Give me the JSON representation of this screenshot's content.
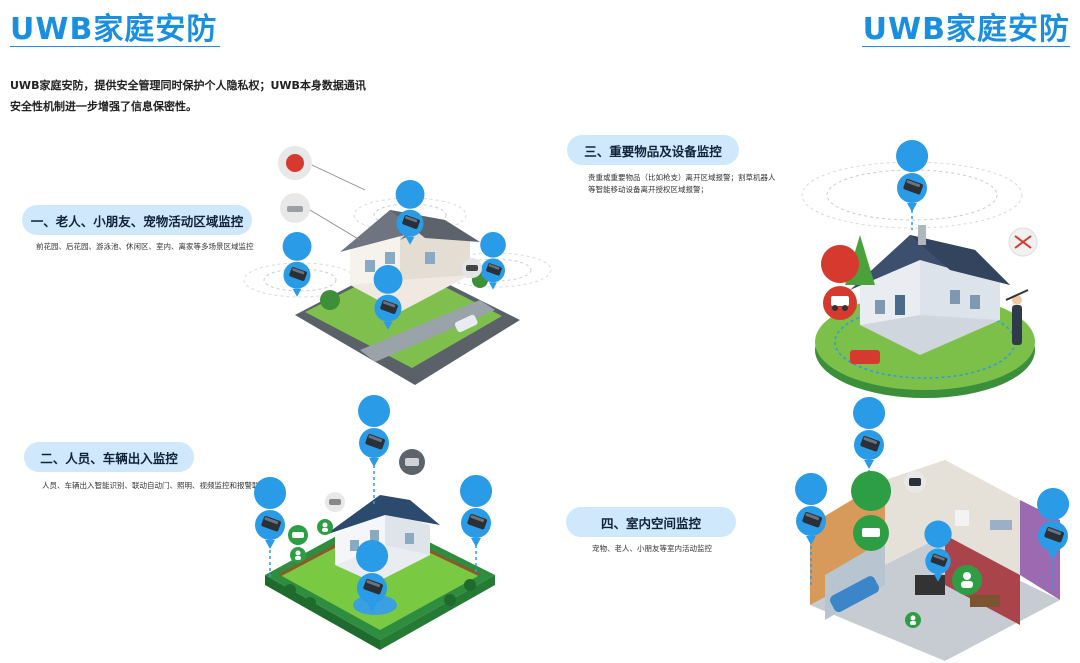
{
  "header": {
    "title_left": "UWB家庭安防",
    "title_right": "UWB家庭安防"
  },
  "intro": {
    "line1": "UWB家庭安防，提供安全管理同时保护个人隐私权；UWB本身数据通讯",
    "line2": "安全性机制进一步增强了信息保密性。"
  },
  "sections": [
    {
      "heading": "一、老人、小朋友、宠物活动区域监控",
      "caption": "前花园、后花园、游泳池、休闲区、室内、离家等多场景区域监控"
    },
    {
      "heading": "二、人员、车辆出入监控",
      "caption": "人员、车辆出入智能识别、联动自动门、照明、视频监控和报警联动"
    },
    {
      "heading": "三、重要物品及设备监控",
      "caption_line1": "贵重或重要物品（比如枪支）离开区域报警；割草机器人",
      "caption_line2": "等智能移动设备离开授权区域报警；"
    },
    {
      "heading": "四、室内空间监控",
      "caption": "宠物、老人、小朋友等室内活动监控"
    }
  ],
  "colors": {
    "brand_blue": "#1a8fe0",
    "pill_bg": "#cfe8fb",
    "badge_red": "#d63a2f",
    "badge_green": "#2e9e45"
  },
  "illustrations": [
    {
      "name": "house-yard-area-monitoring",
      "icons": [
        "uwb-anchor-icon",
        "camera-icon",
        "car-icon"
      ]
    },
    {
      "name": "gated-house-entry-monitoring",
      "icons": [
        "uwb-anchor-icon",
        "car-icon",
        "person-icon",
        "camera-icon"
      ]
    },
    {
      "name": "house-asset-monitoring",
      "icons": [
        "uwb-anchor-icon",
        "lawnmower-icon",
        "gun-icon"
      ]
    },
    {
      "name": "cutaway-house-indoor-monitoring",
      "icons": [
        "uwb-anchor-icon",
        "car-icon",
        "person-icon"
      ]
    }
  ]
}
